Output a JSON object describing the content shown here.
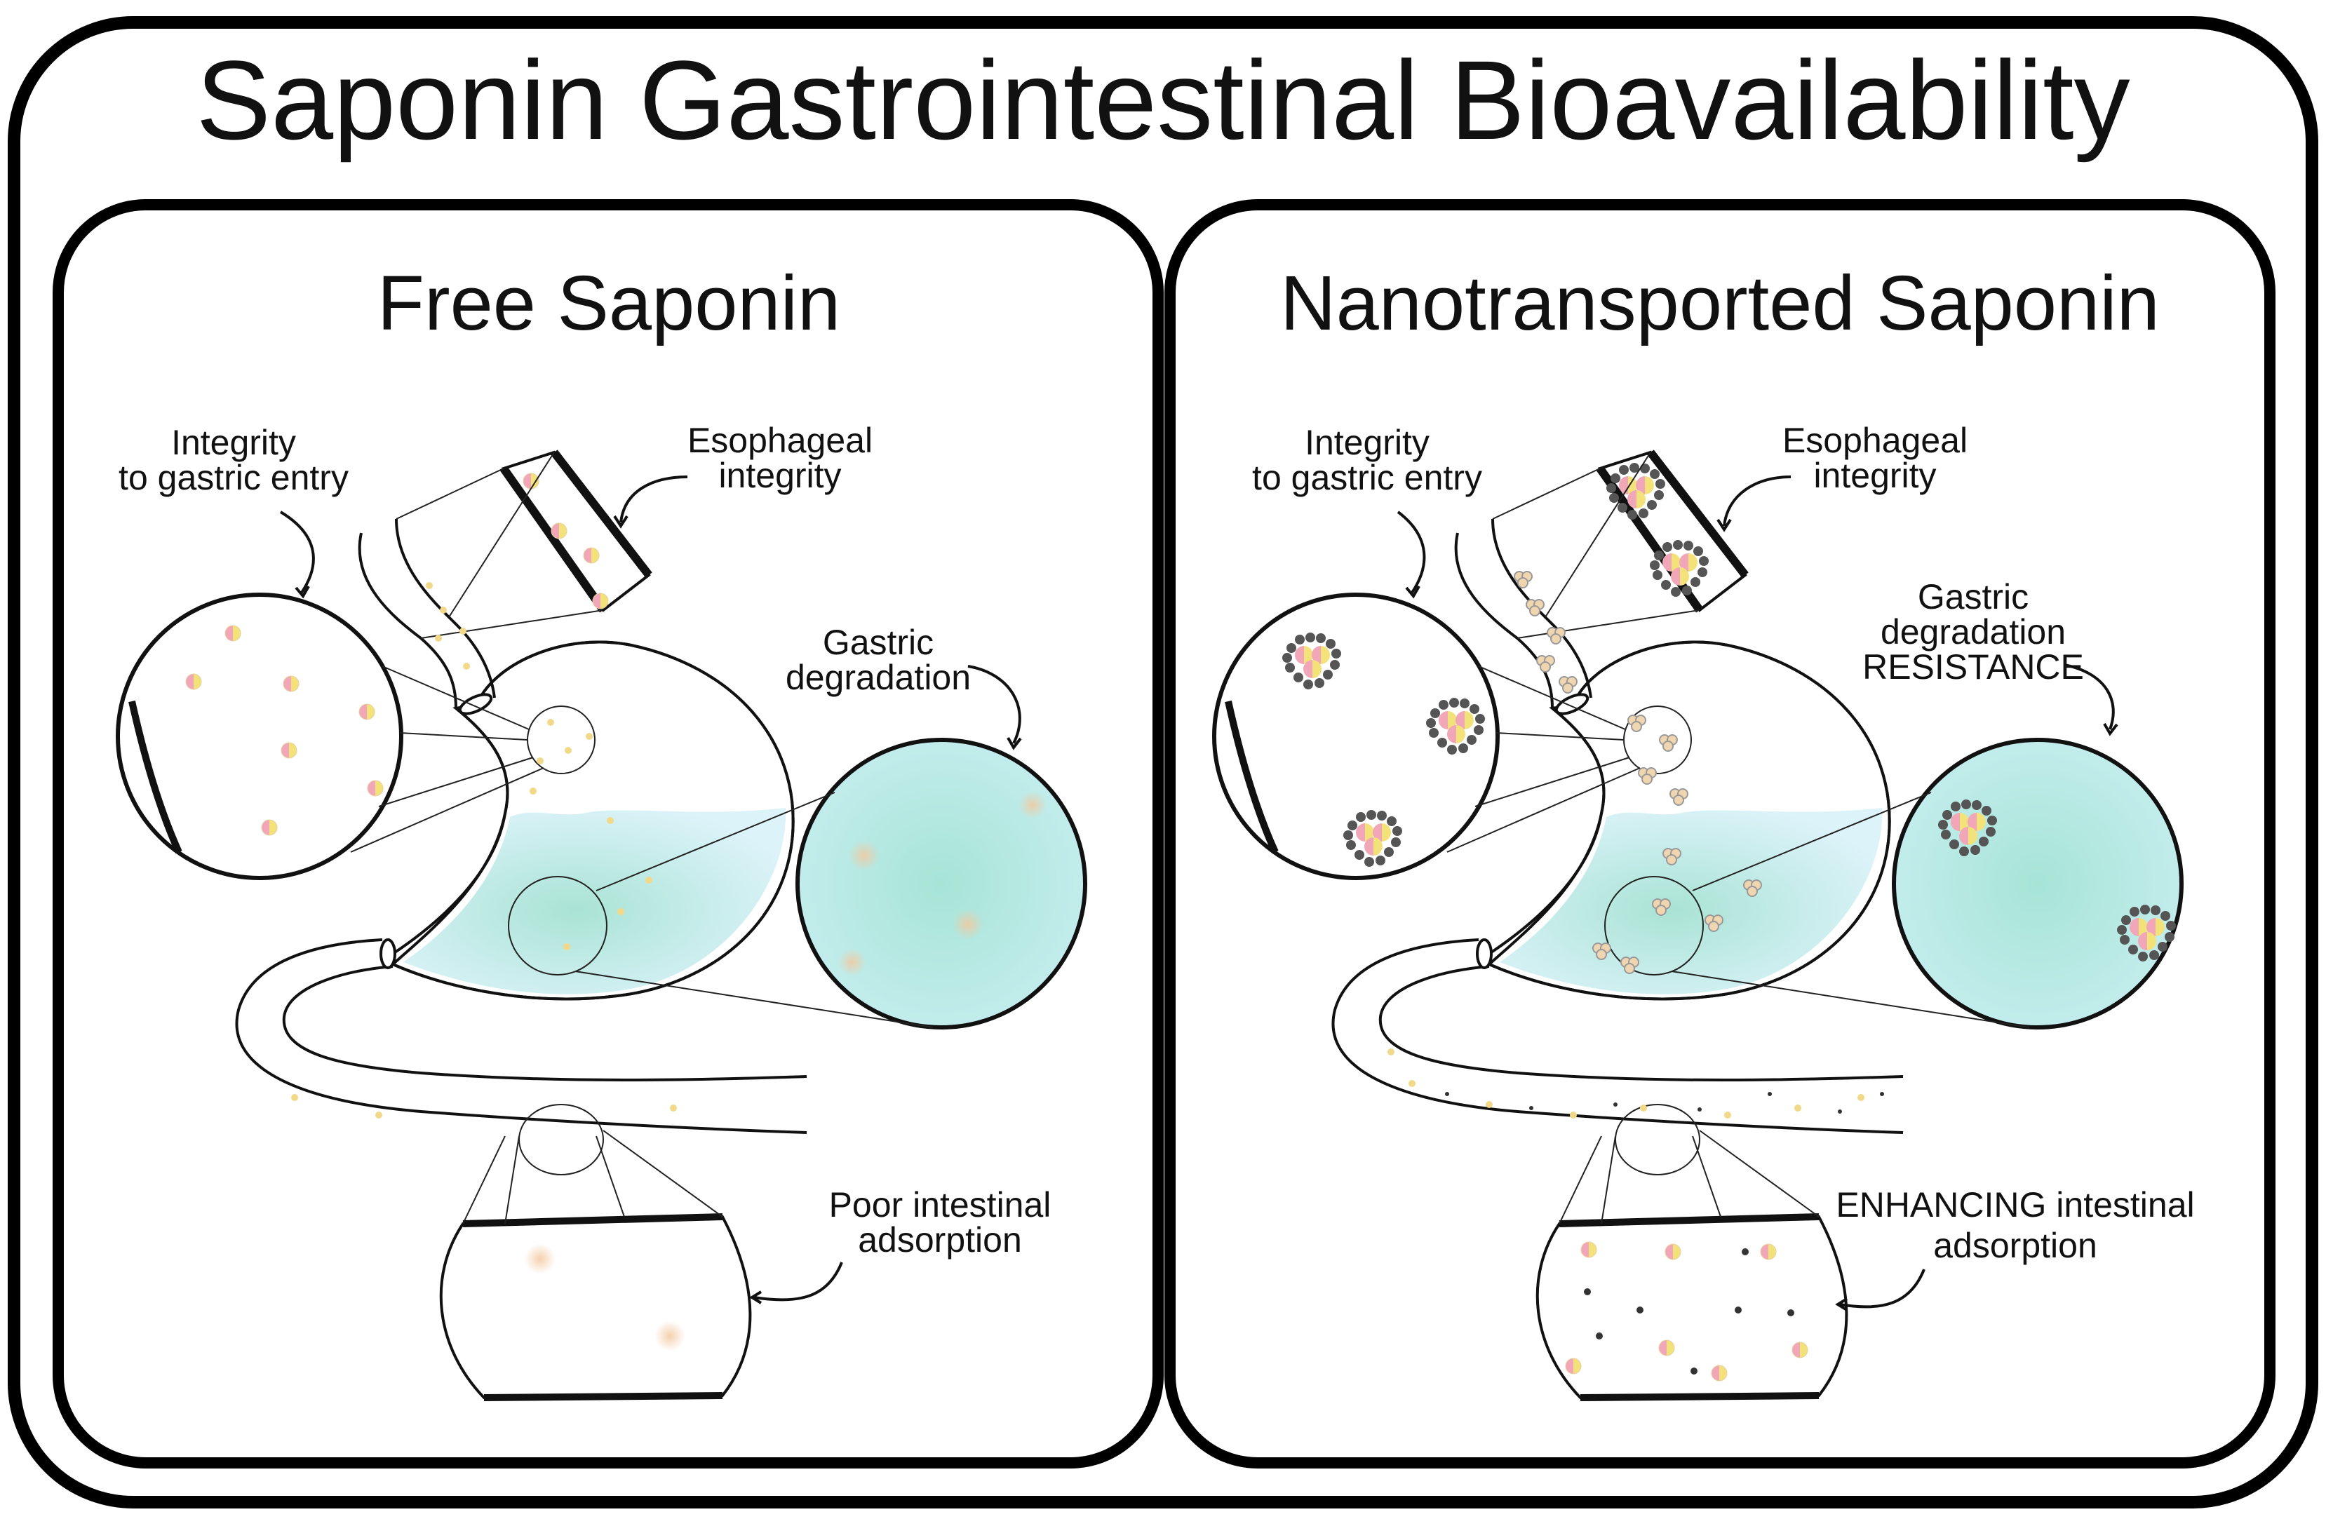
{
  "title": "Saponin Gastrointestinal Bioavailability",
  "panels": [
    {
      "title": "Free Saponin",
      "labels": {
        "gastric_entry": [
          "Integrity",
          "to gastric entry"
        ],
        "esophageal": [
          "Esophageal",
          "integrity"
        ],
        "gastric": [
          "Gastric",
          "degradation"
        ],
        "intestinal": [
          "Poor intestinal",
          "adsorption"
        ]
      }
    },
    {
      "title": "Nanotransported Saponin",
      "labels": {
        "gastric_entry": [
          "Integrity",
          "to gastric entry"
        ],
        "esophageal": [
          "Esophageal",
          "integrity"
        ],
        "gastric": [
          "Gastric",
          "degradation",
          "RESISTANCE"
        ],
        "intestinal": [
          "ENHANCING intestinal",
          "adsorption"
        ]
      }
    }
  ],
  "colors": {
    "frame": "#000000",
    "gastric_fluid": "#d8f1f8",
    "gastric_fluid_dark": "#a9e3d4",
    "zoom_fluid": "#b3e6dc",
    "particle_yellow": "#f3e27a",
    "particle_pink": "#f1a7b8",
    "nanocarrier_shell": "#555555"
  },
  "icons": [
    "saponin-particle",
    "nanocarrier-cluster",
    "curved-arrow"
  ]
}
